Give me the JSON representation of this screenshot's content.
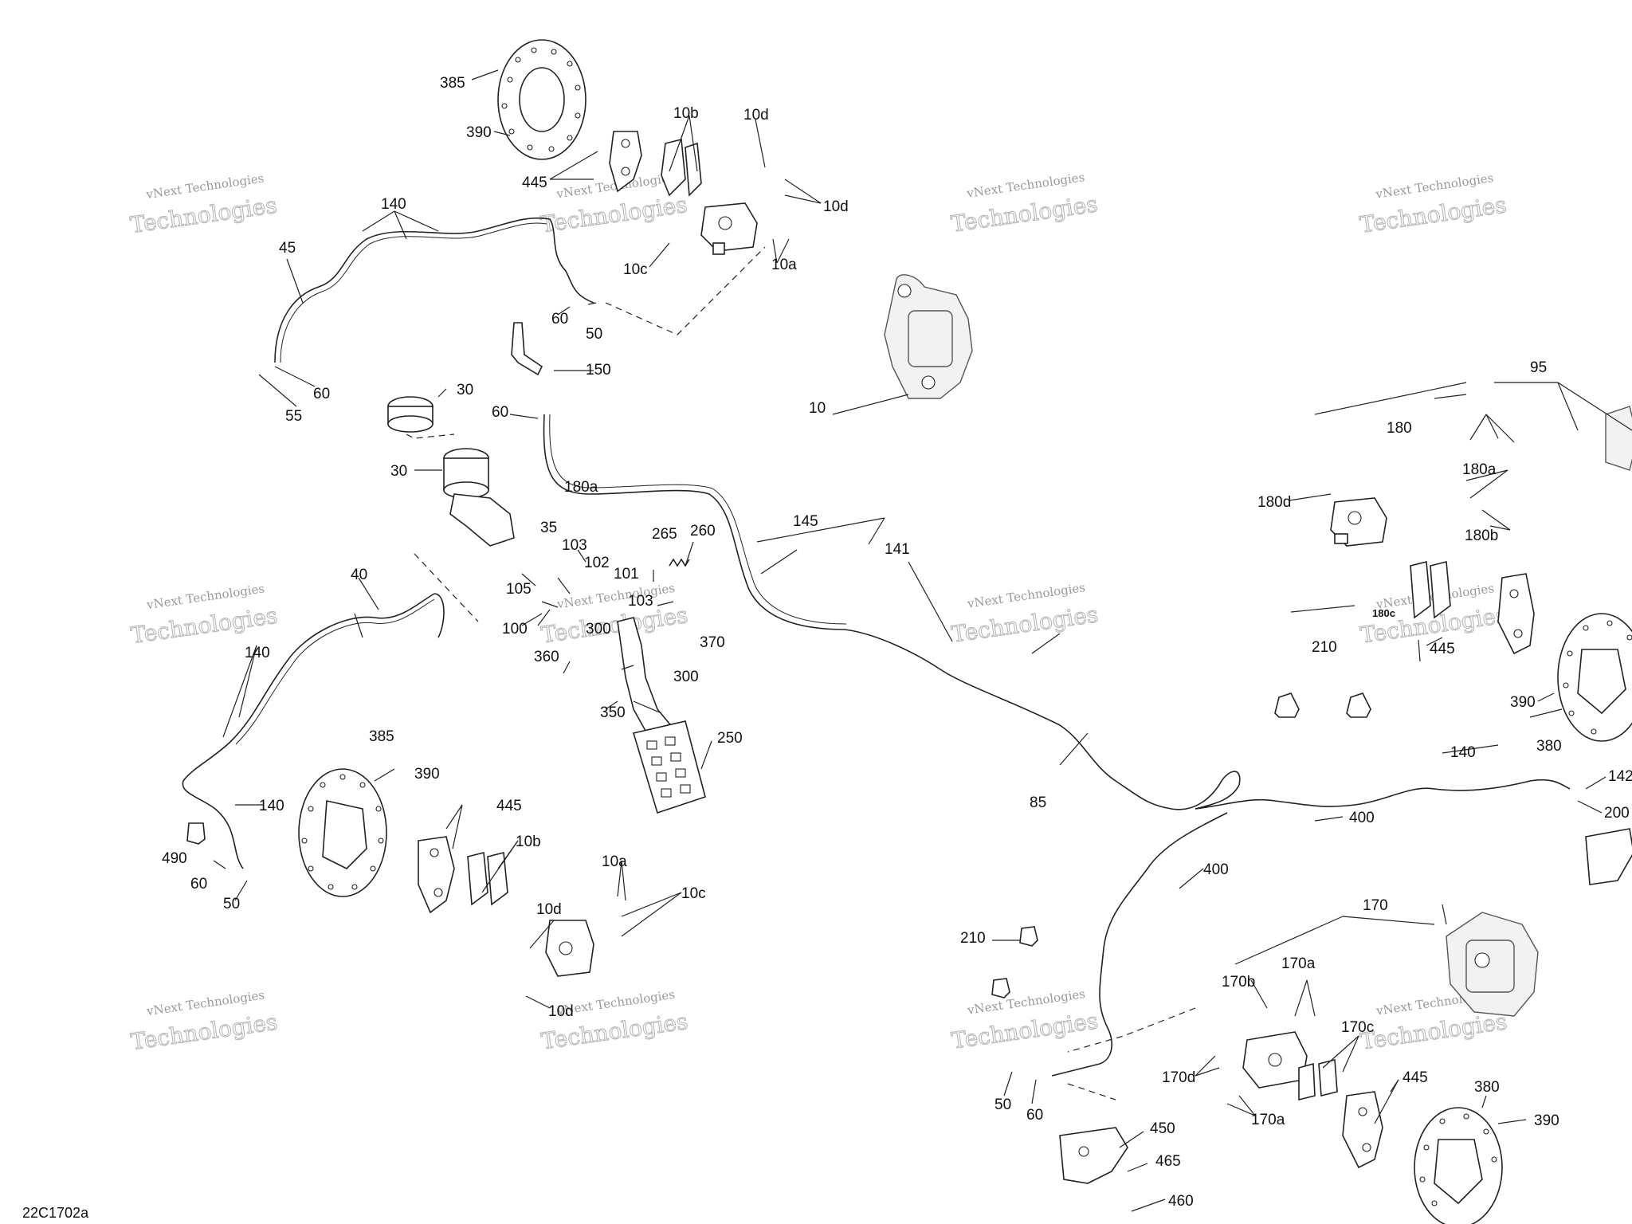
{
  "diagram": {
    "reference_code": "22C1702a",
    "watermark": {
      "line1": "vNext Technologies",
      "line2": "Technologies"
    },
    "callouts": [
      {
        "id": "c385a",
        "label": "385"
      },
      {
        "id": "c390a",
        "label": "390"
      },
      {
        "id": "c10b_top",
        "label": "10b"
      },
      {
        "id": "c10d_top",
        "label": "10d"
      },
      {
        "id": "c445_top",
        "label": "445"
      },
      {
        "id": "c10d_top2",
        "label": "10d"
      },
      {
        "id": "c140_top",
        "label": "140"
      },
      {
        "id": "c45",
        "label": "45"
      },
      {
        "id": "c10c_top",
        "label": "10c"
      },
      {
        "id": "c10a_top",
        "label": "10a"
      },
      {
        "id": "c60_top",
        "label": "60"
      },
      {
        "id": "c50_top",
        "label": "50"
      },
      {
        "id": "c60_left",
        "label": "60"
      },
      {
        "id": "c55",
        "label": "55"
      },
      {
        "id": "c150",
        "label": "150"
      },
      {
        "id": "c30a",
        "label": "30"
      },
      {
        "id": "c60_mid",
        "label": "60"
      },
      {
        "id": "c10",
        "label": "10"
      },
      {
        "id": "c30b",
        "label": "30"
      },
      {
        "id": "c95",
        "label": "95"
      },
      {
        "id": "c180",
        "label": "180"
      },
      {
        "id": "c180a_1",
        "label": "180a"
      },
      {
        "id": "c180d",
        "label": "180d"
      },
      {
        "id": "c180b",
        "label": "180b"
      },
      {
        "id": "c180a_2",
        "label": "180a"
      },
      {
        "id": "c145",
        "label": "145"
      },
      {
        "id": "c35",
        "label": "35"
      },
      {
        "id": "c265",
        "label": "265"
      },
      {
        "id": "c260",
        "label": "260"
      },
      {
        "id": "c103a",
        "label": "103"
      },
      {
        "id": "c141",
        "label": "141"
      },
      {
        "id": "c40",
        "label": "40"
      },
      {
        "id": "c102",
        "label": "102"
      },
      {
        "id": "c101",
        "label": "101"
      },
      {
        "id": "c105",
        "label": "105"
      },
      {
        "id": "c103b",
        "label": "103"
      },
      {
        "id": "c100",
        "label": "100"
      },
      {
        "id": "c300a",
        "label": "300"
      },
      {
        "id": "c370",
        "label": "370"
      },
      {
        "id": "c180c",
        "label": "180c"
      },
      {
        "id": "c445_r",
        "label": "445"
      },
      {
        "id": "c210_r",
        "label": "210"
      },
      {
        "id": "c140_l",
        "label": "140"
      },
      {
        "id": "c360",
        "label": "360"
      },
      {
        "id": "c300b",
        "label": "300"
      },
      {
        "id": "c390_r",
        "label": "390"
      },
      {
        "id": "c350",
        "label": "350"
      },
      {
        "id": "c380_r",
        "label": "380"
      },
      {
        "id": "c385b",
        "label": "385"
      },
      {
        "id": "c250",
        "label": "250"
      },
      {
        "id": "c390b",
        "label": "390"
      },
      {
        "id": "c140_r",
        "label": "140"
      },
      {
        "id": "c142",
        "label": "142"
      },
      {
        "id": "c85",
        "label": "85"
      },
      {
        "id": "c445_m",
        "label": "445"
      },
      {
        "id": "c140_l2",
        "label": "140"
      },
      {
        "id": "c400a",
        "label": "400"
      },
      {
        "id": "c200",
        "label": "200"
      },
      {
        "id": "c490",
        "label": "490"
      },
      {
        "id": "c10b_m",
        "label": "10b"
      },
      {
        "id": "c60_l",
        "label": "60"
      },
      {
        "id": "c10a_m",
        "label": "10a"
      },
      {
        "id": "c400b",
        "label": "400"
      },
      {
        "id": "c10c_m",
        "label": "10c"
      },
      {
        "id": "c50_l",
        "label": "50"
      },
      {
        "id": "c170",
        "label": "170"
      },
      {
        "id": "c10d_m",
        "label": "10d"
      },
      {
        "id": "c210_m",
        "label": "210"
      },
      {
        "id": "c170b",
        "label": "170b"
      },
      {
        "id": "c170a_1",
        "label": "170a"
      },
      {
        "id": "c10d_m2",
        "label": "10d"
      },
      {
        "id": "c170c",
        "label": "170c"
      },
      {
        "id": "c170d",
        "label": "170d"
      },
      {
        "id": "c445_b",
        "label": "445"
      },
      {
        "id": "c50_b",
        "label": "50"
      },
      {
        "id": "c60_b",
        "label": "60"
      },
      {
        "id": "c170a_2",
        "label": "170a"
      },
      {
        "id": "c380_b",
        "label": "380"
      },
      {
        "id": "c390_b",
        "label": "390"
      },
      {
        "id": "c450",
        "label": "450"
      },
      {
        "id": "c465",
        "label": "465"
      },
      {
        "id": "c460",
        "label": "460"
      }
    ]
  }
}
